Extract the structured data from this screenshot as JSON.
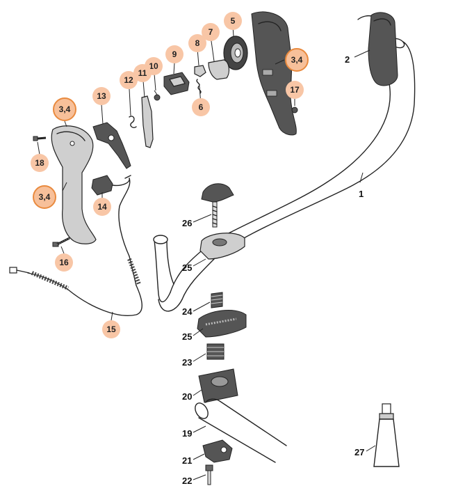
{
  "diagram": {
    "parts": [
      {
        "key": "p1",
        "number": "1",
        "part": "handlebar-tube"
      },
      {
        "key": "p2",
        "number": "2",
        "part": "grip"
      },
      {
        "key": "p3_4_a",
        "number": "3,4",
        "part": "handle-housing-right"
      },
      {
        "key": "p3_4_b",
        "number": "3,4",
        "part": "handle-housing-left-top"
      },
      {
        "key": "p3_4_c",
        "number": "3,4",
        "part": "handle-housing-left-bottom"
      },
      {
        "key": "p5",
        "number": "5",
        "part": "thumbwheel"
      },
      {
        "key": "p6",
        "number": "6",
        "part": "spring-small"
      },
      {
        "key": "p7",
        "number": "7",
        "part": "lever"
      },
      {
        "key": "p8",
        "number": "8",
        "part": "catch"
      },
      {
        "key": "p9",
        "number": "9",
        "part": "slide-switch"
      },
      {
        "key": "p10",
        "number": "10",
        "part": "screw-small"
      },
      {
        "key": "p11",
        "number": "11",
        "part": "throttle-trigger"
      },
      {
        "key": "p12",
        "number": "12",
        "part": "torsion-spring"
      },
      {
        "key": "p13",
        "number": "13",
        "part": "interlock-lever"
      },
      {
        "key": "p14",
        "number": "14",
        "part": "switch-module"
      },
      {
        "key": "p15",
        "number": "15",
        "part": "cable"
      },
      {
        "key": "p16",
        "number": "16",
        "part": "screw"
      },
      {
        "key": "p17",
        "number": "17",
        "part": "nut"
      },
      {
        "key": "p18",
        "number": "18",
        "part": "screw-short"
      },
      {
        "key": "p19",
        "number": "19",
        "part": "drive-tube"
      },
      {
        "key": "p20",
        "number": "20",
        "part": "clamp-lower"
      },
      {
        "key": "p21",
        "number": "21",
        "part": "hose-clip"
      },
      {
        "key": "p22",
        "number": "22",
        "part": "screw-long"
      },
      {
        "key": "p23",
        "number": "23",
        "part": "spring-lower"
      },
      {
        "key": "p24",
        "number": "24",
        "part": "spring-upper"
      },
      {
        "key": "p25a",
        "number": "25",
        "part": "clamp-cap"
      },
      {
        "key": "p25b",
        "number": "25",
        "part": "clamp-middle"
      },
      {
        "key": "p26",
        "number": "26",
        "part": "wing-screw"
      },
      {
        "key": "p27",
        "number": "27",
        "part": "grease-tube"
      }
    ],
    "badge_color": "#f8c6a6",
    "highlight_badge_color": "#f7c09a",
    "highlight_border_color": "#e98a3e"
  }
}
